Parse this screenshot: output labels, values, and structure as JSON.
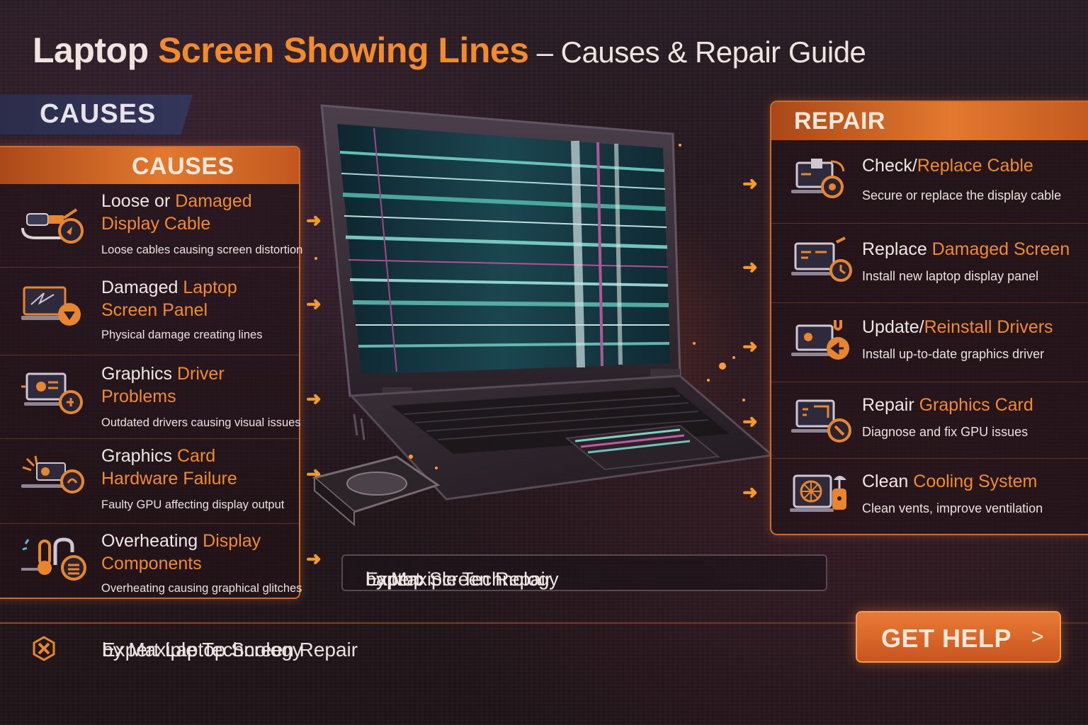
{
  "title": {
    "part1": "Laptop ",
    "highlight": "Screen Showing Lines",
    "rest": " – Causes & Repair Guide"
  },
  "causes_ribbon": "CAUSES",
  "causes_panel": {
    "header": "CAUSES",
    "items": [
      {
        "title_a": "Loose or ",
        "title_b": "Damaged",
        "title_c": "Display Cable",
        "desc": "Loose cables causing screen distortion",
        "icon": "display-cable-icon"
      },
      {
        "title_a": "Damaged ",
        "title_b": "Laptop",
        "title_c": "Screen Panel",
        "desc": "Physical damage creating lines",
        "icon": "damaged-screen-icon"
      },
      {
        "title_a": "Graphics ",
        "title_b": "Driver",
        "title_c": "Problems",
        "desc": "Outdated drivers causing visual issues",
        "icon": "graphics-driver-icon"
      },
      {
        "title_a": "Graphics ",
        "title_b": "Card",
        "title_c": "Hardware Failure",
        "desc": "Faulty GPU affecting display output",
        "icon": "graphics-card-icon"
      },
      {
        "title_a": "Overheating ",
        "title_b": "Display",
        "title_c": "Components",
        "desc": "Overheating causing graphical glitches",
        "icon": "overheating-icon"
      }
    ]
  },
  "repair_panel": {
    "header": "REPAIR",
    "items": [
      {
        "title_a": "Check/",
        "title_b": "Replace Cable",
        "desc": "Secure or replace the display cable",
        "icon": "cable-repair-icon"
      },
      {
        "title_a": "Replace ",
        "title_b": "Damaged Screen",
        "desc": "Install new laptop display panel",
        "icon": "screen-replace-icon"
      },
      {
        "title_a": "Update/",
        "title_b": "Reinstall Drivers",
        "desc": "Install up-to-date graphics driver",
        "icon": "driver-update-icon"
      },
      {
        "title_a": "Repair ",
        "title_b": "Graphics Card",
        "desc": "Diagnose and fix GPU issues",
        "icon": "gpu-repair-icon"
      },
      {
        "title_a": "Clean ",
        "title_b": "Cooling System",
        "desc": "Clean vents, improve ventilation",
        "icon": "cooling-fan-icon"
      }
    ]
  },
  "caption": {
    "a": "Expert ",
    "b": "Laptop Screen Repair",
    "c": " by Maxiple Technology"
  },
  "footer": {
    "a": "Expert Laptop Screen Repair",
    "b": " by Maxiple Technology"
  },
  "cta": {
    "label": "GET HELP",
    "chevron": ">"
  },
  "colors": {
    "accent": "#f28a2e",
    "panel_border": "#d26a2a",
    "ribbon": "#2b2d4a"
  }
}
